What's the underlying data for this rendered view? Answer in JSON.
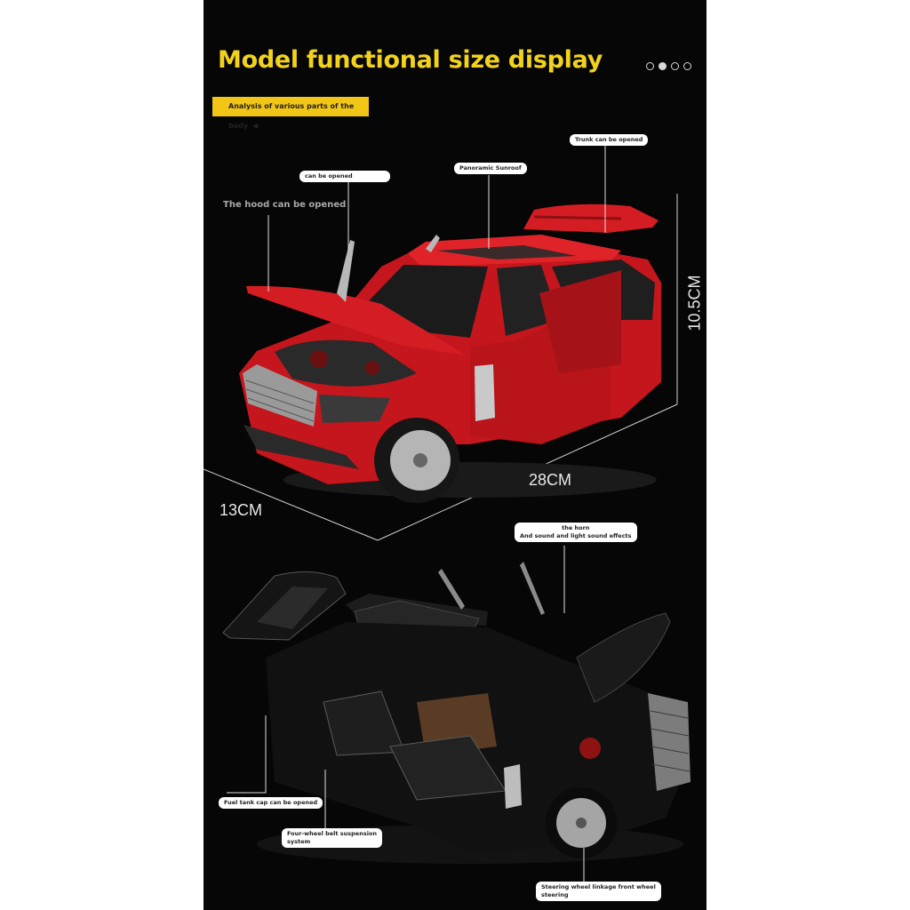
{
  "header": {
    "title": "Model functional size display",
    "tag": "Analysis of various parts of the body",
    "tag_arrow": "◀",
    "pager_dots": 4,
    "active_dot": 1
  },
  "red_car": {
    "callouts": {
      "hood": "The hood can be opened",
      "left_door": "can be opened",
      "sunroof": "Panoramic Sunroof",
      "trunk": "Trunk can be opened"
    },
    "dimensions": {
      "height": "10.5CM",
      "length": "28CM",
      "width": "13CM"
    }
  },
  "black_car": {
    "callouts": {
      "horn_line1": "the horn",
      "horn_line2": "And sound and light sound effects",
      "fuel": "Fuel tank cap can be opened",
      "suspension_line1": "Four-wheel belt suspension",
      "suspension_line2": "system",
      "steering_line1": "Steering wheel linkage front wheel",
      "steering_line2": "steering"
    }
  },
  "colors": {
    "accent": "#f2d21b",
    "background": "#060606",
    "car_red": "#c4161c",
    "car_black": "#111111"
  }
}
